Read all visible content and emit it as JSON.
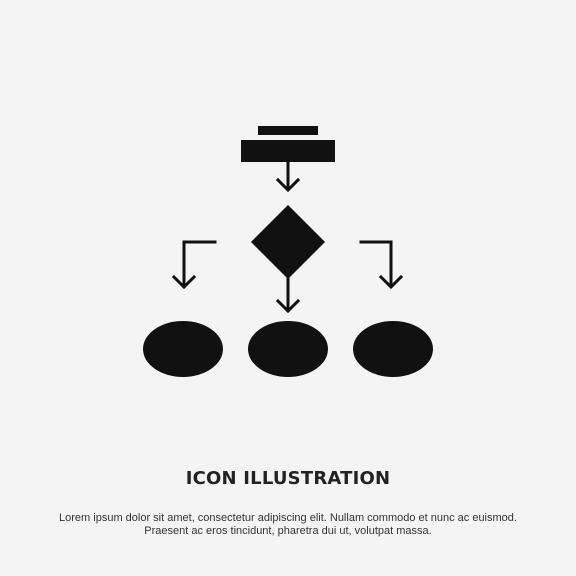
{
  "icon": {
    "name": "algorithm-flowchart-icon",
    "fill_color": "#111111",
    "background_color": "#f4f4f4"
  },
  "caption": {
    "title": "ICON ILLUSTRATION",
    "lines": [
      "Lorem ipsum dolor sit amet, consectetur adipiscing elit. Nullam commodo et nunc ac euismod.",
      "Praesent ac eros tincidunt, pharetra dui ut, volutpat massa."
    ]
  }
}
